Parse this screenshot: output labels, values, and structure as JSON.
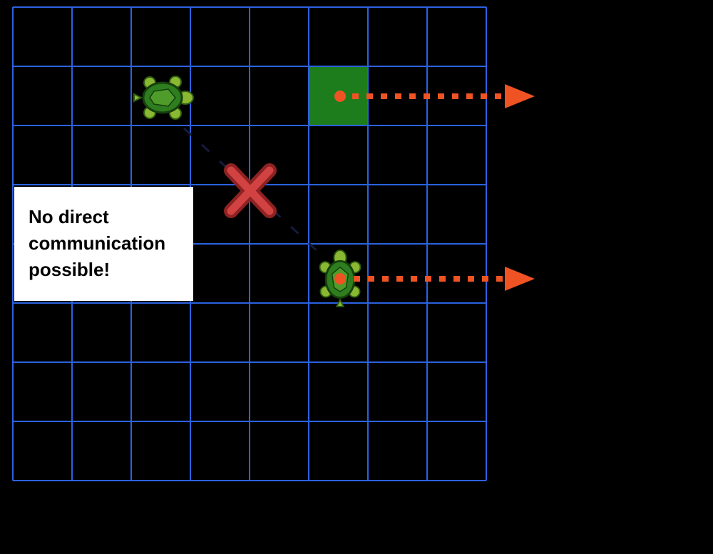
{
  "diagram": {
    "title": "turtle-vision-no-communication",
    "note": {
      "text": "No direct communication possible!"
    },
    "grid": {
      "rows": 8,
      "cols": 8
    },
    "highlight_cell": {
      "col": 6,
      "row": 2
    },
    "turtles": [
      {
        "id": 1,
        "col": 3,
        "row": 2,
        "facing": "right"
      },
      {
        "id": 2,
        "col": 6,
        "row": 5,
        "facing": "up"
      }
    ],
    "colors": {
      "background": "#000000",
      "grid_line": "#2b62e0",
      "highlight_cell": "#1d7d1d",
      "arrow": "#f05323",
      "cross_dark": "#8e2222",
      "cross_light": "#d14242",
      "connector": "#151b3d",
      "turtle_shell": "#2e7d1f",
      "turtle_limbs": "#8ab832",
      "note_bg": "#ffffff",
      "note_text": "#000000"
    },
    "icons": {
      "turtle_1": "turtle-icon",
      "turtle_2": "turtle-icon",
      "cross": "cross-icon",
      "arrows": "dotted-arrow-icon"
    }
  }
}
